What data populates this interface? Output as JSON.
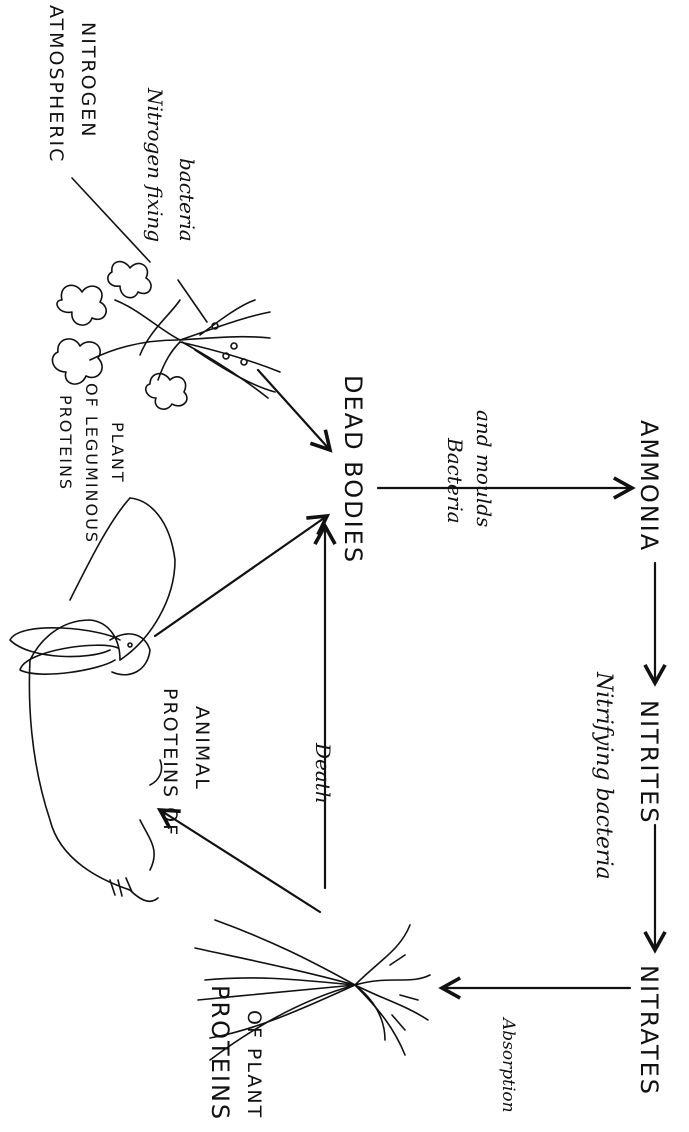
{
  "labels": {
    "atmospheric_nitrogen_line1": "ATMOSPHERIC",
    "atmospheric_nitrogen_line2": "NITROGEN",
    "nitrogen_fixing_line1": "Nitrogen fixing",
    "nitrogen_fixing_line2": "bacteria",
    "proteins_legume_line1": "PROTEINS",
    "proteins_legume_line2": "OF LEGUMINOUS",
    "proteins_legume_line3": "PLANT",
    "dead_bodies": "DEAD BODIES",
    "bacteria_moulds_line1": "Bacteria",
    "bacteria_moulds_line2": "and moulds",
    "ammonia": "AMMONIA",
    "nitrifying_bacteria": "Nitrifying   bacteria",
    "nitrites": "NITRITES",
    "nitrates": "NITRATES",
    "proteins_animal_line1": "PROTEINS OF",
    "proteins_animal_line2": "ANIMAL",
    "death": "Death",
    "proteins_plant_line1": "PROTEINS",
    "proteins_plant_line2": "OF PLANT",
    "absorption": "Absorption"
  },
  "colors": {
    "ink": "#111111",
    "paper": "#ffffff"
  }
}
